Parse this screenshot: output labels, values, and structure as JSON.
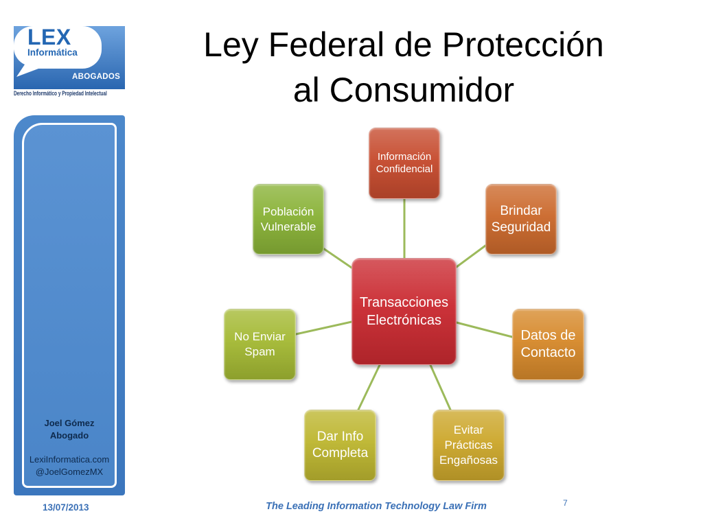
{
  "logo": {
    "brand": "LEX",
    "brand_sub": "Informática",
    "firm_type": "ABOGADOS",
    "tagline": "Derecho Informático y Propiedad Intelectual"
  },
  "slide": {
    "title_lines": [
      "Ley Federal de Protección",
      "al Consumidor"
    ],
    "date": "13/07/2013",
    "footer": "The Leading Information Technology Law Firm",
    "page_number": "7"
  },
  "sidebar": {
    "name": "Joel Gómez",
    "role": "Abogado",
    "website": "LexiInformatica.com",
    "twitter": "@JoelGomezMX"
  },
  "diagram": {
    "center": {
      "lines": [
        "Transacciones",
        "Electrónicas"
      ],
      "color": "#CA2A31"
    },
    "nodes": [
      {
        "lines": [
          "Información",
          "Confidencial"
        ],
        "color": "#C64B2E"
      },
      {
        "lines": [
          "Brindar",
          "Seguridad"
        ],
        "color": "#CB692C"
      },
      {
        "lines": [
          "Datos de",
          "Contacto"
        ],
        "color": "#D6892B"
      },
      {
        "lines": [
          "Evitar",
          "Prácticas",
          "Engañosas"
        ],
        "color": "#CCA72C"
      },
      {
        "lines": [
          "Dar Info",
          "Completa"
        ],
        "color": "#BDB630"
      },
      {
        "lines": [
          "No Enviar",
          "Spam"
        ],
        "color": "#A4B934"
      },
      {
        "lines": [
          "Población",
          "Vulnerable"
        ],
        "color": "#89B237"
      }
    ],
    "connector_color": "#9CBA5B"
  },
  "theme": {
    "brand_blue": "#2467B3",
    "sidebar_blue": "#4682C6",
    "footer_text": "#3A70B6",
    "title_text": "#000000"
  }
}
